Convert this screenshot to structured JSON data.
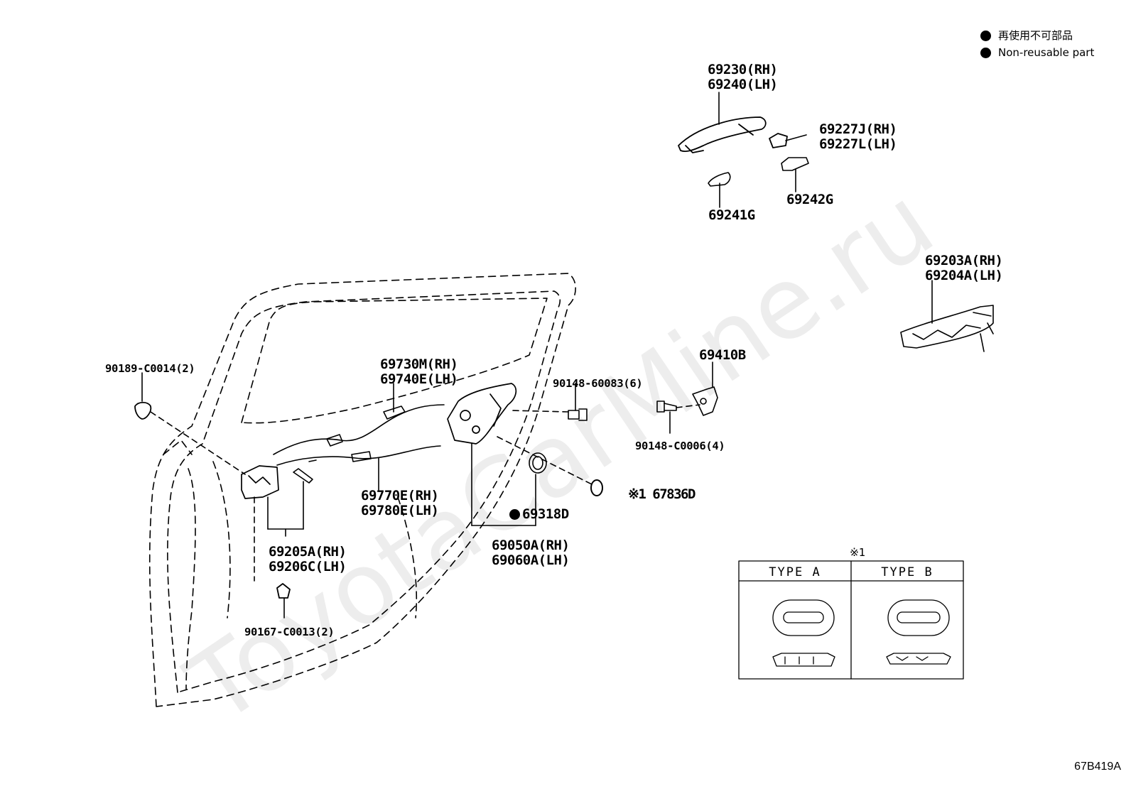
{
  "legend": {
    "items": [
      {
        "text": "再使用不可部品"
      },
      {
        "text": "Non-reusable part"
      }
    ]
  },
  "watermark": "ToyotaCarMine.ru",
  "parts": {
    "p69230": "69230(RH)",
    "p69240": "69240(LH)",
    "p69227j": "69227J(RH)",
    "p69227l": "69227L(LH)",
    "p69241g": "69241G",
    "p69242g": "69242G",
    "p69203a": "69203A(RH)",
    "p69204a": "69204A(LH)",
    "p69410b": "69410B",
    "p90148_60083": "90148-60083(6)",
    "p90148_c0006": "90148-C0006(4)",
    "p90189": "90189-C0014(2)",
    "p69730m": "69730M(RH)",
    "p69740e": "69740E(LH)",
    "p69770e": "69770E(RH)",
    "p69780e": "69780E(LH)",
    "p69318d": "69318D",
    "p69050a": "69050A(RH)",
    "p69060a": "69060A(LH)",
    "p67836d": "※1 67836D",
    "p69205a": "69205A(RH)",
    "p69206c": "69206C(LH)",
    "p90167": "90167-C0013(2)"
  },
  "type_table": {
    "note_mark": "※1",
    "type_a": "TYPE A",
    "type_b": "TYPE B"
  },
  "figure_code": "67B419A"
}
